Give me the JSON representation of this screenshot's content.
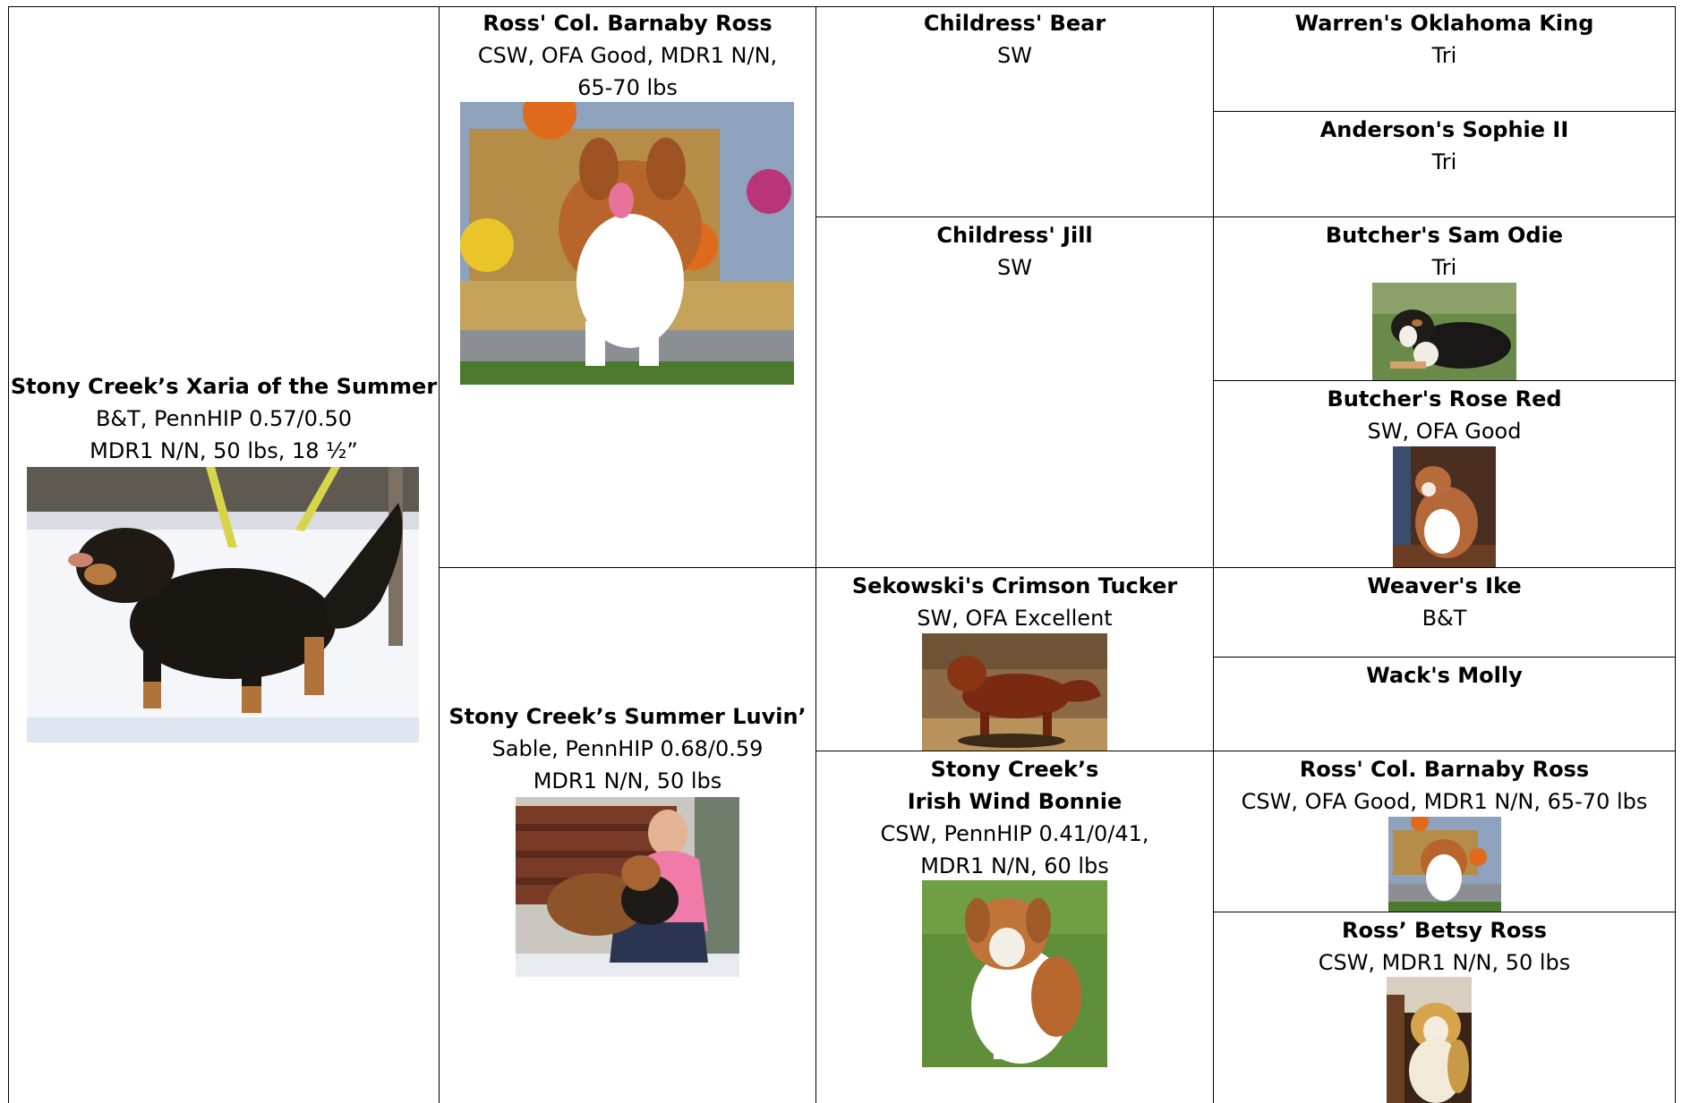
{
  "subject": {
    "name": "Stony Creek’s Xaria of the Summer",
    "line1": "B&T, PennHIP 0.57/0.50",
    "line2": "MDR1 N/N, 50 lbs, 18 ½”",
    "photo": "black-tricolor-dog-in-snow"
  },
  "sire": {
    "name": "Ross' Col. Barnaby Ross",
    "line1": "CSW, OFA Good, MDR1 N/N,",
    "line2": "65-70 lbs",
    "photo": "red-white-dog-with-hay-and-pumpkins"
  },
  "dam": {
    "name": "Stony Creek’s Summer Luvin’",
    "line1": "Sable, PennHIP 0.68/0.59",
    "line2": "MDR1 N/N, 50 lbs",
    "photo": "sable-dog-with-girl-on-bench"
  },
  "sire_sire": {
    "name": "Childress' Bear",
    "line1": "SW"
  },
  "sire_dam": {
    "name": "Childress' Jill",
    "line1": "SW"
  },
  "dam_sire": {
    "name": "Sekowski's Crimson Tucker",
    "line1": "SW, OFA Excellent",
    "photo": "red-dog-on-grass"
  },
  "dam_dam": {
    "name_line1": "Stony Creek’s",
    "name_line2": "Irish Wind Bonnie",
    "line1": "CSW, PennHIP 0.41/0/41,",
    "line2": "MDR1 N/N, 60 lbs",
    "photo": "sable-white-dog-on-lawn"
  },
  "ggp": [
    {
      "name": "Warren's Oklahoma King",
      "line1": "Tri"
    },
    {
      "name": "Anderson's Sophie II",
      "line1": "Tri"
    },
    {
      "name": "Butcher's Sam Odie",
      "line1": "Tri",
      "photo": "tricolor-dog-lying-on-grass"
    },
    {
      "name": "Butcher's Rose Red",
      "line1": "SW, OFA Good",
      "photo": "red-white-dog-sitting"
    },
    {
      "name": "Weaver's Ike",
      "line1": "B&T"
    },
    {
      "name": "Wack's Molly",
      "line1": ""
    },
    {
      "name": "Ross' Col. Barnaby Ross",
      "line1": "CSW, OFA Good, MDR1 N/N, 65-70 lbs",
      "photo": "red-white-dog-with-hay"
    },
    {
      "name": "Ross’ Betsy Ross",
      "line1": "CSW, MDR1 N/N, 50 lbs",
      "photo": "red-merle-dog-indoors"
    }
  ],
  "colors": {
    "border": "#000000",
    "background": "#ffffff"
  }
}
